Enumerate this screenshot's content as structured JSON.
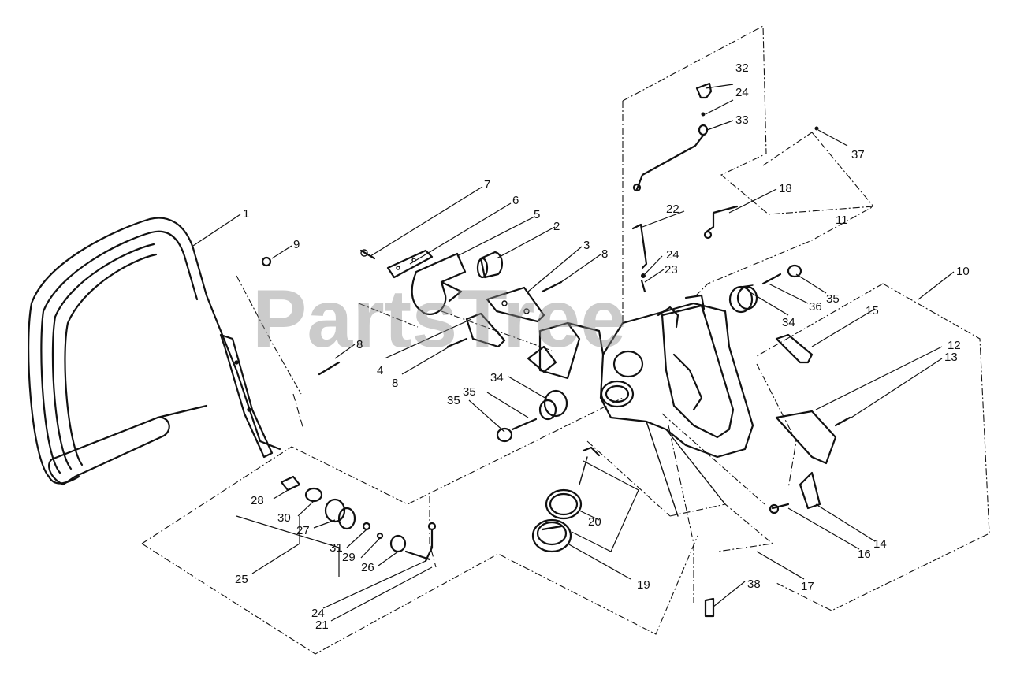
{
  "watermark": "PartsTree",
  "callouts": [
    "1",
    "2",
    "3",
    "4",
    "5",
    "6",
    "7",
    "8",
    "9",
    "10",
    "11",
    "12",
    "13",
    "14",
    "15",
    "16",
    "17",
    "18",
    "19",
    "20",
    "21",
    "22",
    "23",
    "24",
    "25",
    "26",
    "27",
    "28",
    "29",
    "30",
    "31",
    "32",
    "33",
    "34",
    "35",
    "36",
    "37",
    "38"
  ]
}
